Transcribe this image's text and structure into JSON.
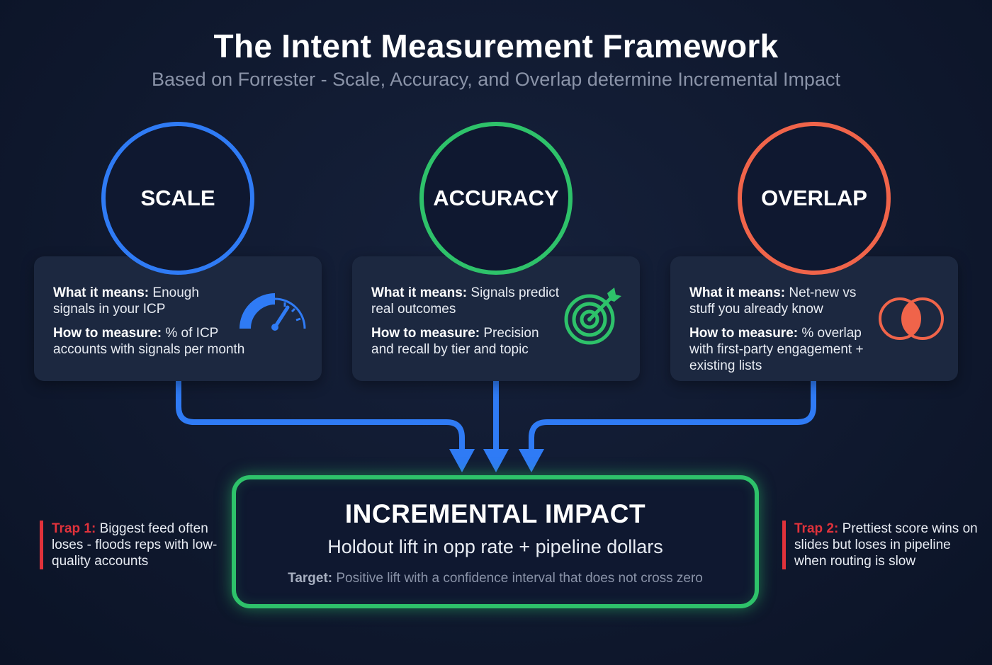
{
  "header": {
    "title": "The Intent Measurement Framework",
    "subtitle": "Based on Forrester - Scale, Accuracy, and Overlap determine Incremental Impact"
  },
  "pillars": [
    {
      "label": "SCALE",
      "color": "#2f7bf5",
      "icon": "speedometer-icon",
      "means_label": "What it means:",
      "means_text": " Enough signals in your ICP",
      "measure_label": "How to measure:",
      "measure_text": " % of ICP accounts with signals per month"
    },
    {
      "label": "ACCURACY",
      "color": "#2ec26a",
      "icon": "target-icon",
      "means_label": "What it means:",
      "means_text": " Signals predict real outcomes",
      "measure_label": "How to measure:",
      "measure_text": " Precision and recall by tier and topic"
    },
    {
      "label": "OVERLAP",
      "color": "#f0644a",
      "icon": "venn-diagram-icon",
      "means_label": "What it means:",
      "means_text": " Net-new vs stuff you already know",
      "measure_label": "How to measure:",
      "measure_text": " % overlap with first-party engagement + existing lists"
    }
  ],
  "impact": {
    "title": "INCREMENTAL IMPACT",
    "subtitle": "Holdout lift in opp rate + pipeline dollars",
    "target_label": "Target:",
    "target_text": " Positive lift with a confidence interval that does not cross zero"
  },
  "traps": [
    {
      "label": "Trap 1:",
      "text": " Biggest feed often loses - floods reps with low-quality accounts"
    },
    {
      "label": "Trap 2:",
      "text": " Prettiest score wins on slides but loses in pipeline when routing is slow"
    }
  ],
  "colors": {
    "background": "#0f1830",
    "card": "#1c2840",
    "connector": "#2f7bf5",
    "impact_border": "#2ec26a",
    "trap_accent": "#e0323b"
  }
}
